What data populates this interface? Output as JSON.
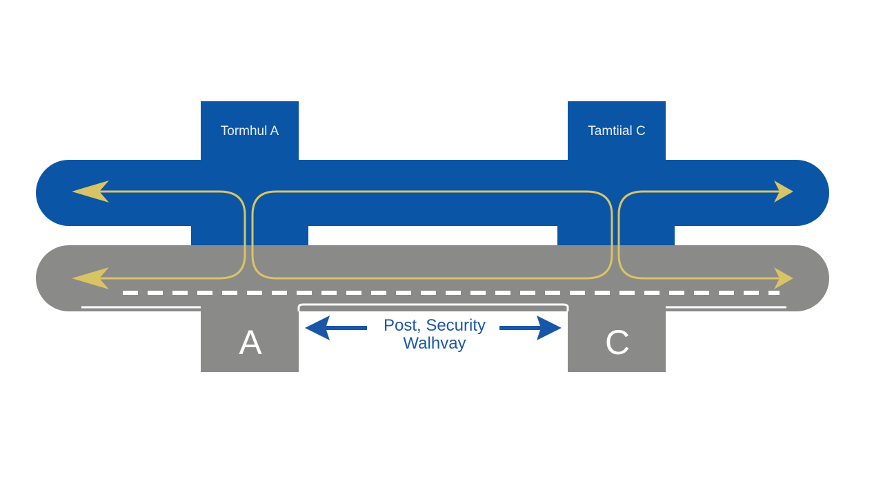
{
  "labels": {
    "terminal_a_upper": "Tormhul A",
    "terminal_c_upper": "Tamtiial C",
    "terminal_a_lower": "A",
    "terminal_c_lower": "C",
    "walkway_line1": "Post, Security",
    "walkway_line2": "Walhvay"
  },
  "colors": {
    "upper_level": "#0b55a6",
    "lower_level": "#8a8a88",
    "route": "#d8c465",
    "dash": "#ffffff",
    "walkway_text": "#1a56a8",
    "background": "#ffffff"
  },
  "icons": {
    "route_arrow": "arrowhead",
    "walkway_arrow": "double-arrow"
  }
}
